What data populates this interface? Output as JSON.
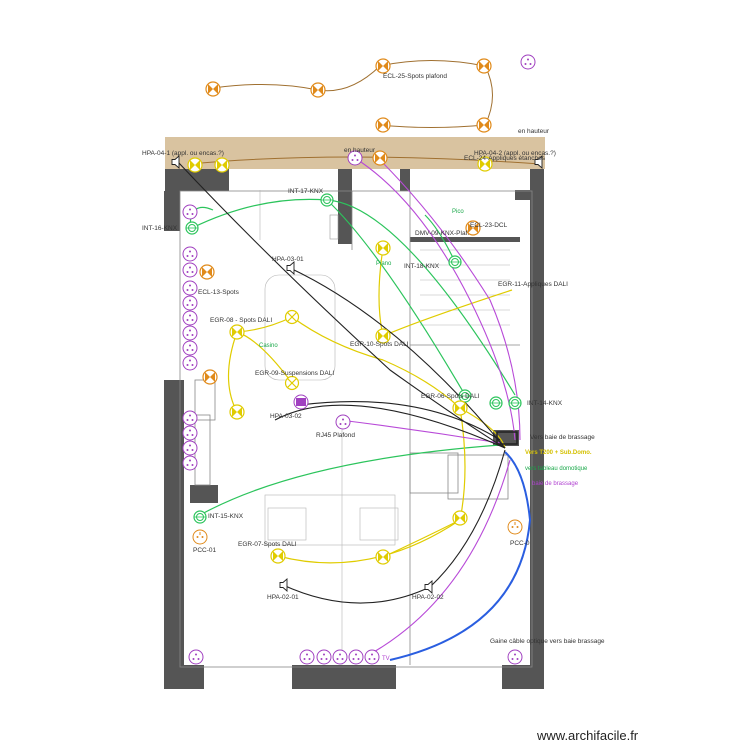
{
  "labels": {
    "ecl25": "ECL-25-Spots plafond",
    "en_hauteur_top": "en hauteur",
    "en_hauteur_mid": "en hauteur",
    "hpa04_1": "HPA-04-1 (appl. ou encas.?)",
    "hpa04_2": "HPA-04-2 (appl. ou encas.?)",
    "ecl24": "ECL-24-Appliques étanches",
    "int17": "INT-17-KNX",
    "int16": "INT-16-KNX",
    "int18": "INT-18-KNX",
    "int14": "INT-14-KNX",
    "int15": "INT-15-KNX",
    "ecl23": "ECL-23-DCL",
    "dmv09": "DMV-09-KNX-Plaf.",
    "hpa03_01": "HPA-03-01",
    "hpa03_02": "HPA-03-02",
    "egr11": "EGR-11-Appliques DALI",
    "ecl13": "ECL-13-Spots",
    "egr08": "EGR-08 - Spots DALI",
    "egr10": "EGR-10-Spots DALI",
    "egr09": "EGR-09-Suspensions DALI",
    "egr06": "EGR-06-Spots DALI",
    "egr07": "EGR-07-Spots DALI",
    "rj45": "RJ45 Plafond",
    "pcc01": "PCC-01",
    "pcc02": "PCC-0",
    "hpa02_01": "HPA-02-01",
    "hpa02_02": "HPA-02-02",
    "gaine": "Gaine câble optique vers baie brassage",
    "vers_baie": "Vers baie de brassage",
    "vers_t200": "Vers T200 + Sub.Domo.",
    "vers_tableau": "vers tableau domotique",
    "vers_baie2": "baie de brassage",
    "casino": "Casino",
    "piano": "Piano",
    "pico": "Pico",
    "tv": "TV",
    "watermark": "www.archifacile.fr"
  },
  "colors": {
    "wall": "#555555",
    "terrace": "#d9c3a0",
    "knx_wire": "#2cc45c",
    "dali_wire": "#e0cc00",
    "network_wire": "#b84ad8",
    "speaker_wire": "#222222",
    "optic_wire": "#2a5ee0",
    "spot_orange": "#e08a1a"
  },
  "legend_icons": [
    "spot-icon",
    "knx-switch-icon",
    "dali-spot-icon",
    "speaker-icon",
    "socket-icon",
    "rj45-icon"
  ]
}
